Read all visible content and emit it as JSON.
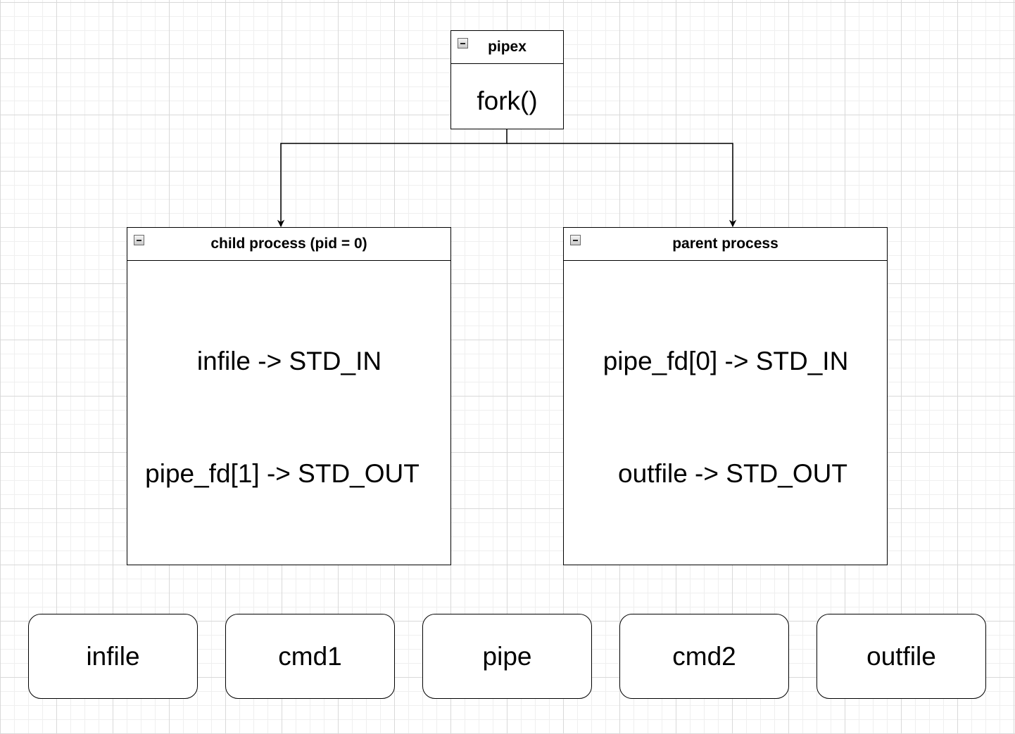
{
  "pipex": {
    "title": "pipex",
    "body": "fork()"
  },
  "child": {
    "title": "child process (pid = 0)",
    "lines": [
      "infile -> STD_IN",
      "pipe_fd[1] -> STD_OUT"
    ]
  },
  "parent": {
    "title": "parent process",
    "lines": [
      "pipe_fd[0] -> STD_IN",
      "outfile -> STD_OUT"
    ]
  },
  "flow": [
    "infile",
    "cmd1",
    "pipe",
    "cmd2",
    "outfile"
  ]
}
